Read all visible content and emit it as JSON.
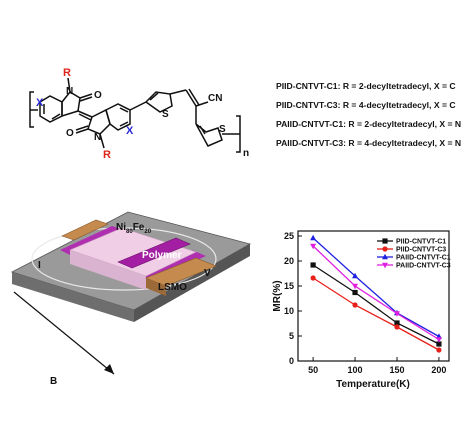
{
  "structure": {
    "r_label": "R",
    "x_label": "X",
    "o_label": "O",
    "n_label": "N",
    "s_label": "S",
    "cn_label": "CN",
    "repeat_label": "n"
  },
  "compounds": [
    "PIID-CNTVT-C1: R = 2-decyltetradecyl, X = C",
    "PIID-CNTVT-C3: R = 4-decyltetradecyl, X = C",
    "PAIID-CNTVT-C1: R = 2-decyltetradecyl, X = N",
    "PAIID-CNTVT-C3: R = 4-decyltetradecyl, X = N"
  ],
  "device": {
    "nife_label": "Ni",
    "nife_sub1": "80",
    "nife_fe": "Fe",
    "nife_sub2": "20",
    "polymer_label": "Polymer",
    "lsmo_label": "LSMO",
    "current_label": "I",
    "voltage_label": "V",
    "field_label": "B"
  },
  "chart_data": {
    "type": "line",
    "xlabel": "Temperature(K)",
    "ylabel": "MR(%)",
    "x": [
      50,
      100,
      150,
      200
    ],
    "xlim": [
      32,
      212
    ],
    "ylim": [
      0,
      26
    ],
    "xticks": [
      50,
      100,
      150,
      200
    ],
    "yticks": [
      0,
      5,
      10,
      15,
      20,
      25
    ],
    "legend_position": "top-right",
    "series": [
      {
        "name": "PIID-CNTVT-C1",
        "color": "#111111",
        "marker": "square",
        "values": [
          19.2,
          13.7,
          7.6,
          3.4
        ]
      },
      {
        "name": "PIID-CNTVT-C3",
        "color": "#e8201a",
        "marker": "circle",
        "values": [
          16.6,
          11.2,
          6.8,
          2.2
        ]
      },
      {
        "name": "PAIID-CNTVT-C1",
        "color": "#2020e0",
        "marker": "triangle",
        "values": [
          24.6,
          17.0,
          9.6,
          4.9
        ]
      },
      {
        "name": "PAIID-CNTVT-C3",
        "color": "#e020e0",
        "marker": "triangle-down",
        "values": [
          23.0,
          15.0,
          9.5,
          4.3
        ]
      }
    ]
  }
}
